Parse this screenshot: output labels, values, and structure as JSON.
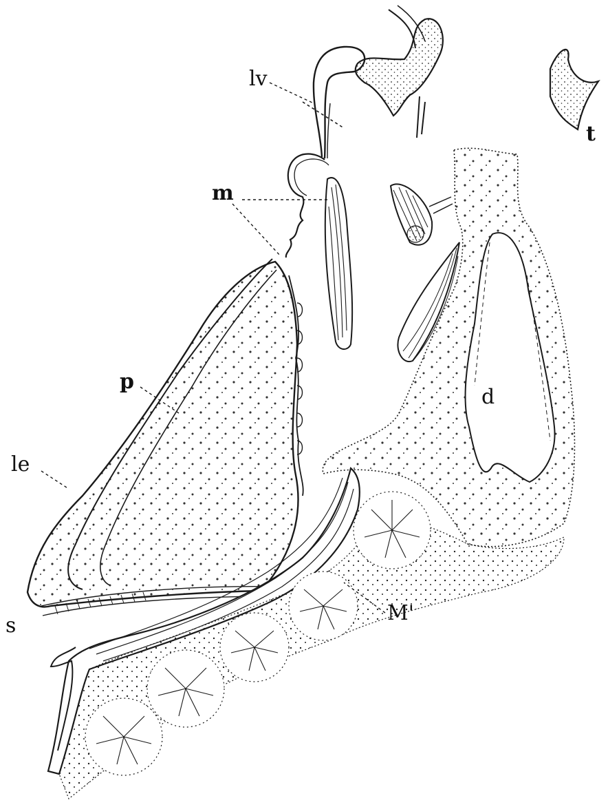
{
  "figure": {
    "labels": {
      "lv": "lv",
      "t": "t",
      "m": "m",
      "p": "p",
      "d": "d",
      "le": "le",
      "s": "s",
      "M": "M'"
    },
    "colors": {
      "ink": "#1a1a1a",
      "stipple": "#333333",
      "background": "#ffffff"
    }
  }
}
